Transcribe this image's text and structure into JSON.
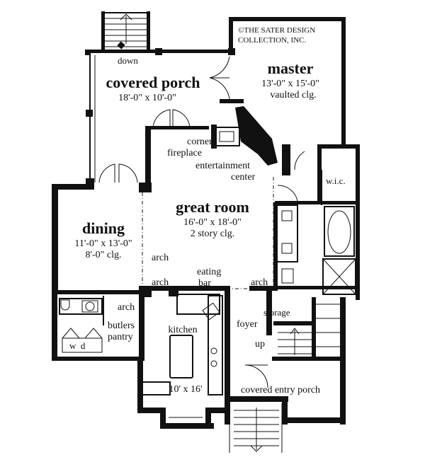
{
  "copyright": {
    "line1": "©THE SATER DESIGN",
    "line2": "COLLECTION, INC."
  },
  "rooms": {
    "covered_porch": {
      "name": "covered porch",
      "size": "18'-0\" x 10'-0\""
    },
    "master": {
      "name": "master",
      "size": "13'-0\" x 15'-0\"",
      "note": "vaulted clg."
    },
    "great_room": {
      "name": "great room",
      "size": "16'-0\" x 18'-0\"",
      "note": "2 story clg."
    },
    "dining": {
      "name": "dining",
      "size": "11'-0\" x 13'-0\"",
      "note": "8'-0\" clg."
    },
    "kitchen": {
      "name": "kitchen",
      "size": "10' x 16'"
    },
    "covered_entry_porch": {
      "name": "covered entry porch"
    }
  },
  "labels": {
    "down": "down",
    "corner": "corner",
    "fireplace": "fireplace",
    "entertainment": "entertainment",
    "center": "center",
    "wic": "w.i.c.",
    "arch": "arch",
    "eating": "eating",
    "bar": "bar",
    "butlers": "butlers",
    "pantry": "pantry",
    "wd": "w  d",
    "foyer": "foyer",
    "storage": "storage",
    "up": "up"
  }
}
